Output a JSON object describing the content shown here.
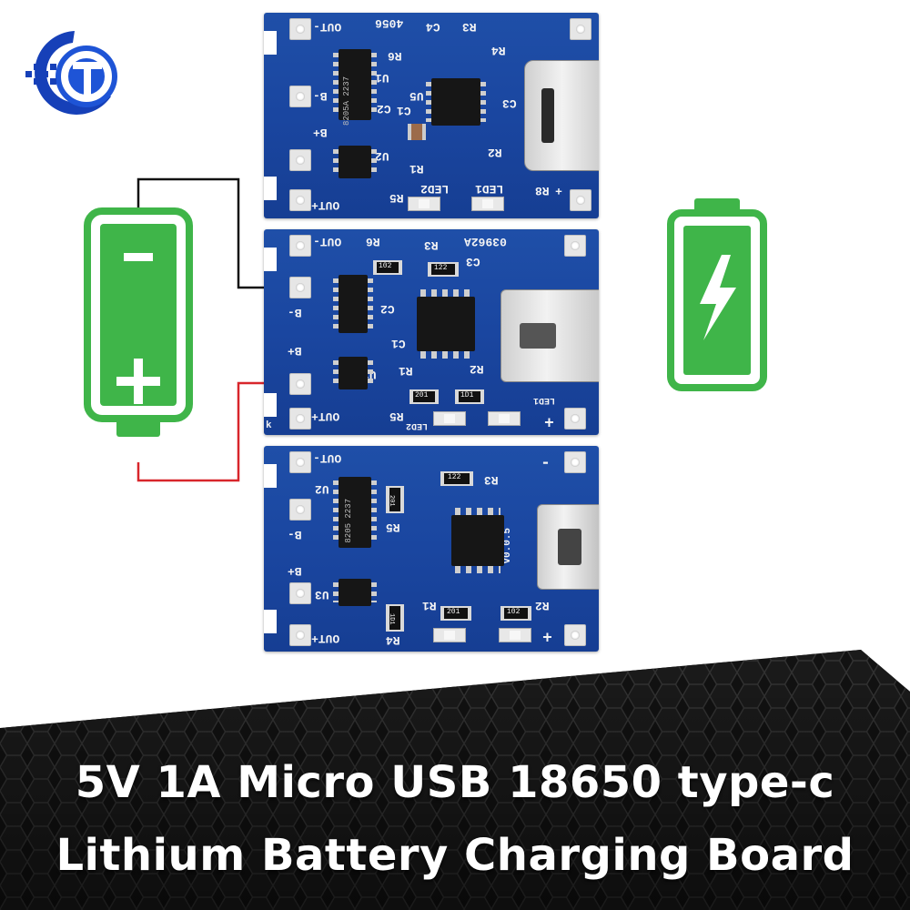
{
  "banner": {
    "line1": "5V 1A Micro USB 18650 type-c",
    "line2": "Lithium Battery Charging Board"
  },
  "colors": {
    "battery_green": "#3fb549",
    "pcb_blue": "#1a46a0",
    "wire_black": "#111111",
    "wire_red": "#d8262b",
    "logo_blue": "#1640b8"
  },
  "icons": {
    "logo": "brand-logo-icon",
    "battery_left": "battery-minus-plus-icon",
    "battery_right": "battery-charging-icon"
  },
  "board_top": {
    "out_minus": "OUT-",
    "out_plus": "OUT+",
    "b_minus": "B-",
    "b_plus": "B+",
    "code": "4056",
    "c4": "C4",
    "r3": "R3",
    "r4": "R4",
    "r6": "R6",
    "u1": "U1",
    "c1": "C1",
    "c2": "C2",
    "c3": "C3",
    "r1": "R1",
    "r2": "R2",
    "r5": "R5",
    "r8": "R8",
    "u2": "U2",
    "u5": "U5",
    "led1": "LED1",
    "led2": "LED2",
    "plus": "+",
    "chip_mark": "8205A 2237"
  },
  "board_mid": {
    "out_minus": "OUT-",
    "out_plus": "OUT+",
    "b_minus": "B-",
    "b_plus": "B+",
    "r6": "R6",
    "r3": "R3",
    "code": "03962A",
    "c3": "C3",
    "c2": "C2",
    "c1": "C1",
    "r1": "R1",
    "r2": "R2",
    "r5": "R5",
    "u2": "U2",
    "led1": "LED1",
    "led2": "LED2",
    "plus": "+",
    "k": "k",
    "res1": "102",
    "res2": "122",
    "res3": "201",
    "res4": "1D1"
  },
  "board_bot": {
    "out_minus": "OUT-",
    "out_plus": "OUT+",
    "b_minus": "B-",
    "b_plus": "B+",
    "u2": "U2",
    "u3": "U3",
    "r3": "R3",
    "r5": "R5",
    "r4": "R4",
    "r1": "R1",
    "r2": "R2",
    "version": "V0.0.5",
    "res1": "122",
    "res2": "201",
    "res3": "1D1",
    "res4": "201",
    "res5": "102",
    "chip_mark": "8205 2237",
    "plus": "+",
    "minus": "-"
  }
}
